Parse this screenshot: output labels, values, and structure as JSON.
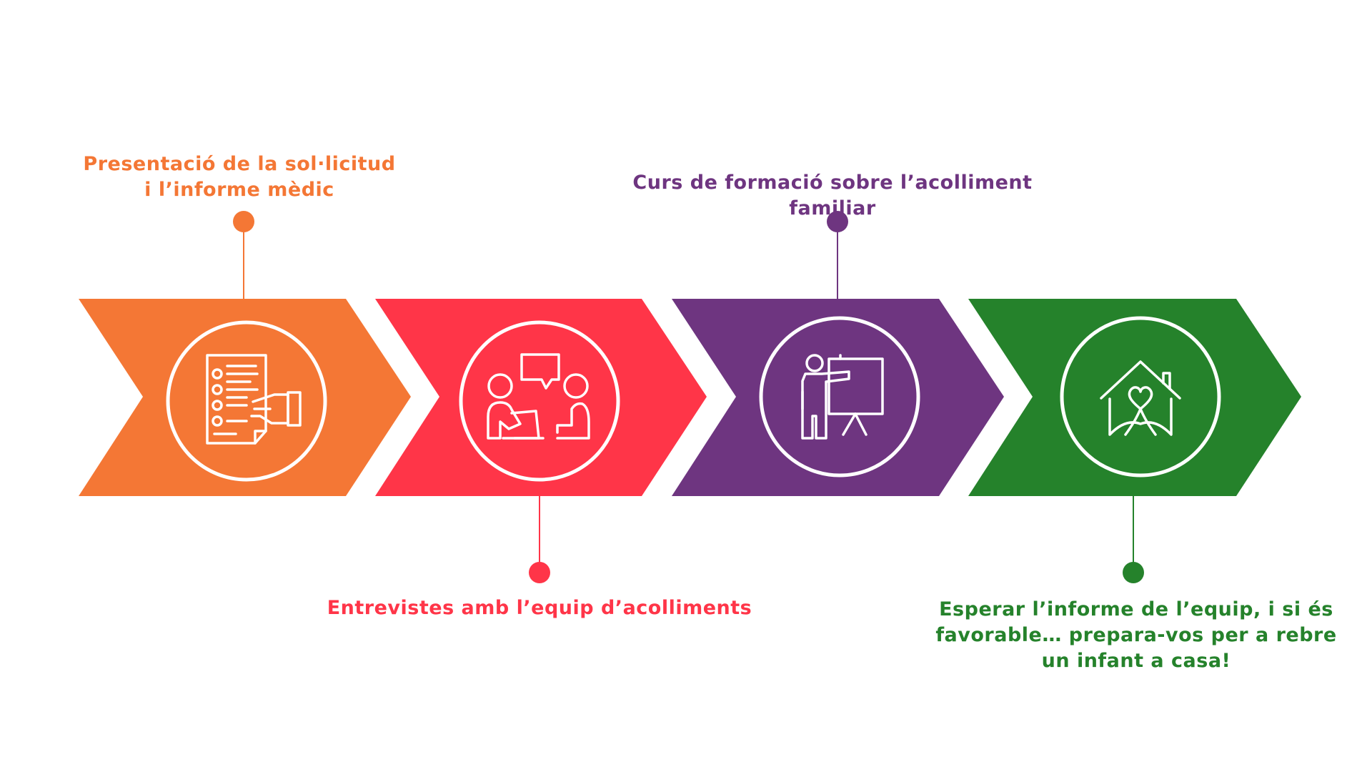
{
  "colors": {
    "step1": "#F47735",
    "step2": "#FF3548",
    "step3": "#6E3580",
    "step4": "#25822B",
    "icon": "#FFFFFF",
    "background": "#FFFFFF"
  },
  "steps": [
    {
      "color": "#F47735",
      "icon": "document-hand-icon",
      "label_lines": [
        "Presentació de la sol·licitud",
        "i l’informe mèdic"
      ]
    },
    {
      "color": "#FF3548",
      "icon": "interview-icon",
      "label_lines": [
        "Entrevistes amb l’equip d’acolliments"
      ]
    },
    {
      "color": "#6E3580",
      "icon": "presentation-icon",
      "label_lines": [
        "Curs de formació sobre l’acolliment familiar"
      ]
    },
    {
      "color": "#25822B",
      "icon": "house-heart-icon",
      "label_lines": [
        "Esperar l’informe de l’equip, i si és",
        "favorable… prepara-vos per a rebre",
        "un infant a casa!"
      ]
    }
  ]
}
